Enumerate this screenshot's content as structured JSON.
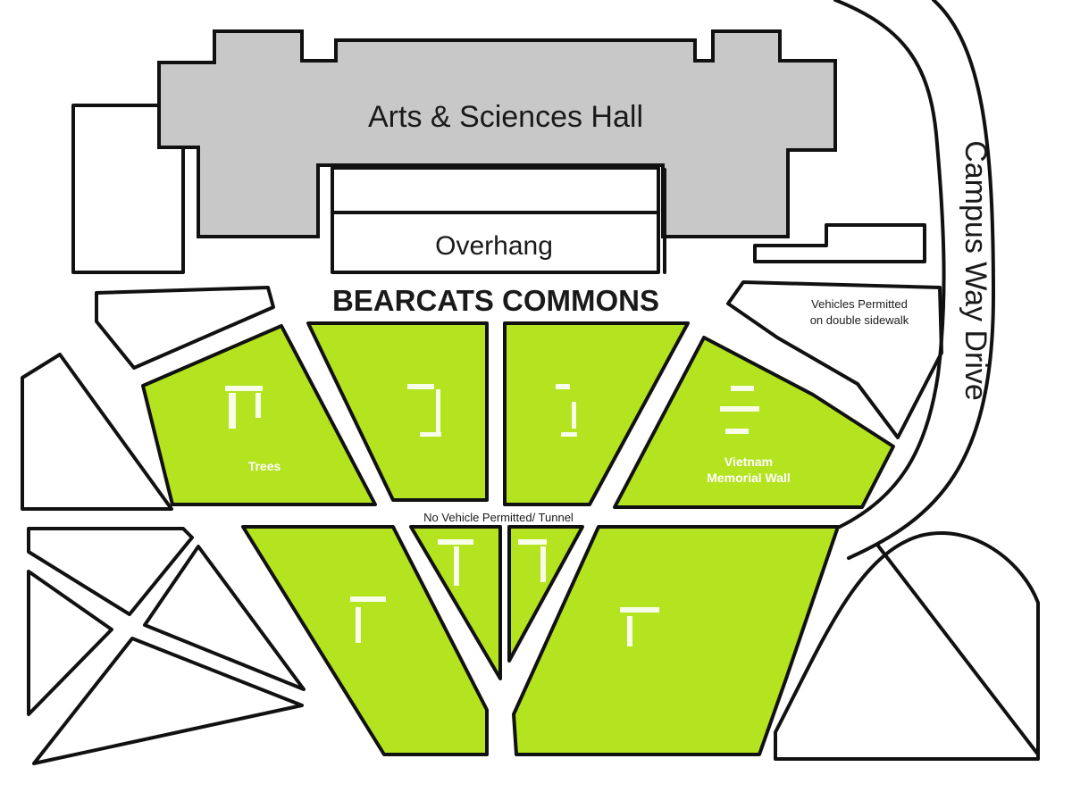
{
  "map": {
    "colors": {
      "lawn": "#b4e31f",
      "building": "#c8c8c8",
      "title": "#2f7a63",
      "outline": "#111111"
    },
    "buildings": {
      "main_hall": "Arts & Sciences Hall",
      "overhang": "Overhang"
    },
    "title": "BEARCATS COMMONS",
    "road": "Campus Way Drive",
    "notes": {
      "vehicles_line1": "Vehicles Permitted",
      "vehicles_line2": "on double sidewalk",
      "tunnel": "No Vehicle Permitted/ Tunnel"
    },
    "lawn_labels": {
      "trees": "Trees",
      "memorial_line1": "Vietnam",
      "memorial_line2": "Memorial Wall"
    }
  }
}
